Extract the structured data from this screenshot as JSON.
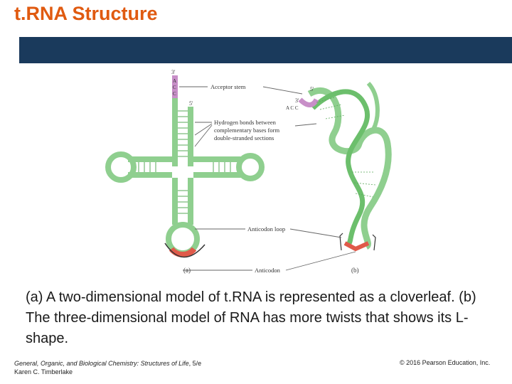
{
  "slide": {
    "title": "t.RNA Structure",
    "caption": "(a) A two-dimensional model of t.RNA is represented as a cloverleaf. (b) The three-dimensional model of RNA has more twists that shows its L-shape."
  },
  "figure": {
    "labels": {
      "acceptor_stem": "Acceptor stem",
      "hbonds_line1": "Hydrogen bonds between",
      "hbonds_line2": "complementary bases form",
      "hbonds_line3": "double-stranded sections",
      "anticodon_loop": "Anticodon loop",
      "anticodon": "Anticodon",
      "part_a": "(a)",
      "part_b": "(b)",
      "three_prime_a": "3'",
      "five_prime_a": "5'",
      "three_prime_b": "3'",
      "five_prime_b": "5'",
      "acc_a1": "A",
      "acc_a2": "C",
      "acc_a3": "C",
      "acc_b": "A C C"
    },
    "colors": {
      "strand": "#8fcf8f",
      "strand_dark": "#5aa85a",
      "acceptor": "#c88fc8",
      "anticodon": "#e05a4a",
      "leader": "#666666"
    }
  },
  "footer": {
    "left_italic": "General, Organic, and Biological Chemistry: Structures of Life",
    "left_edition": ", 5/e",
    "author": "Karen C. Timberlake",
    "copyright": "© 2016 Pearson Education, Inc."
  }
}
